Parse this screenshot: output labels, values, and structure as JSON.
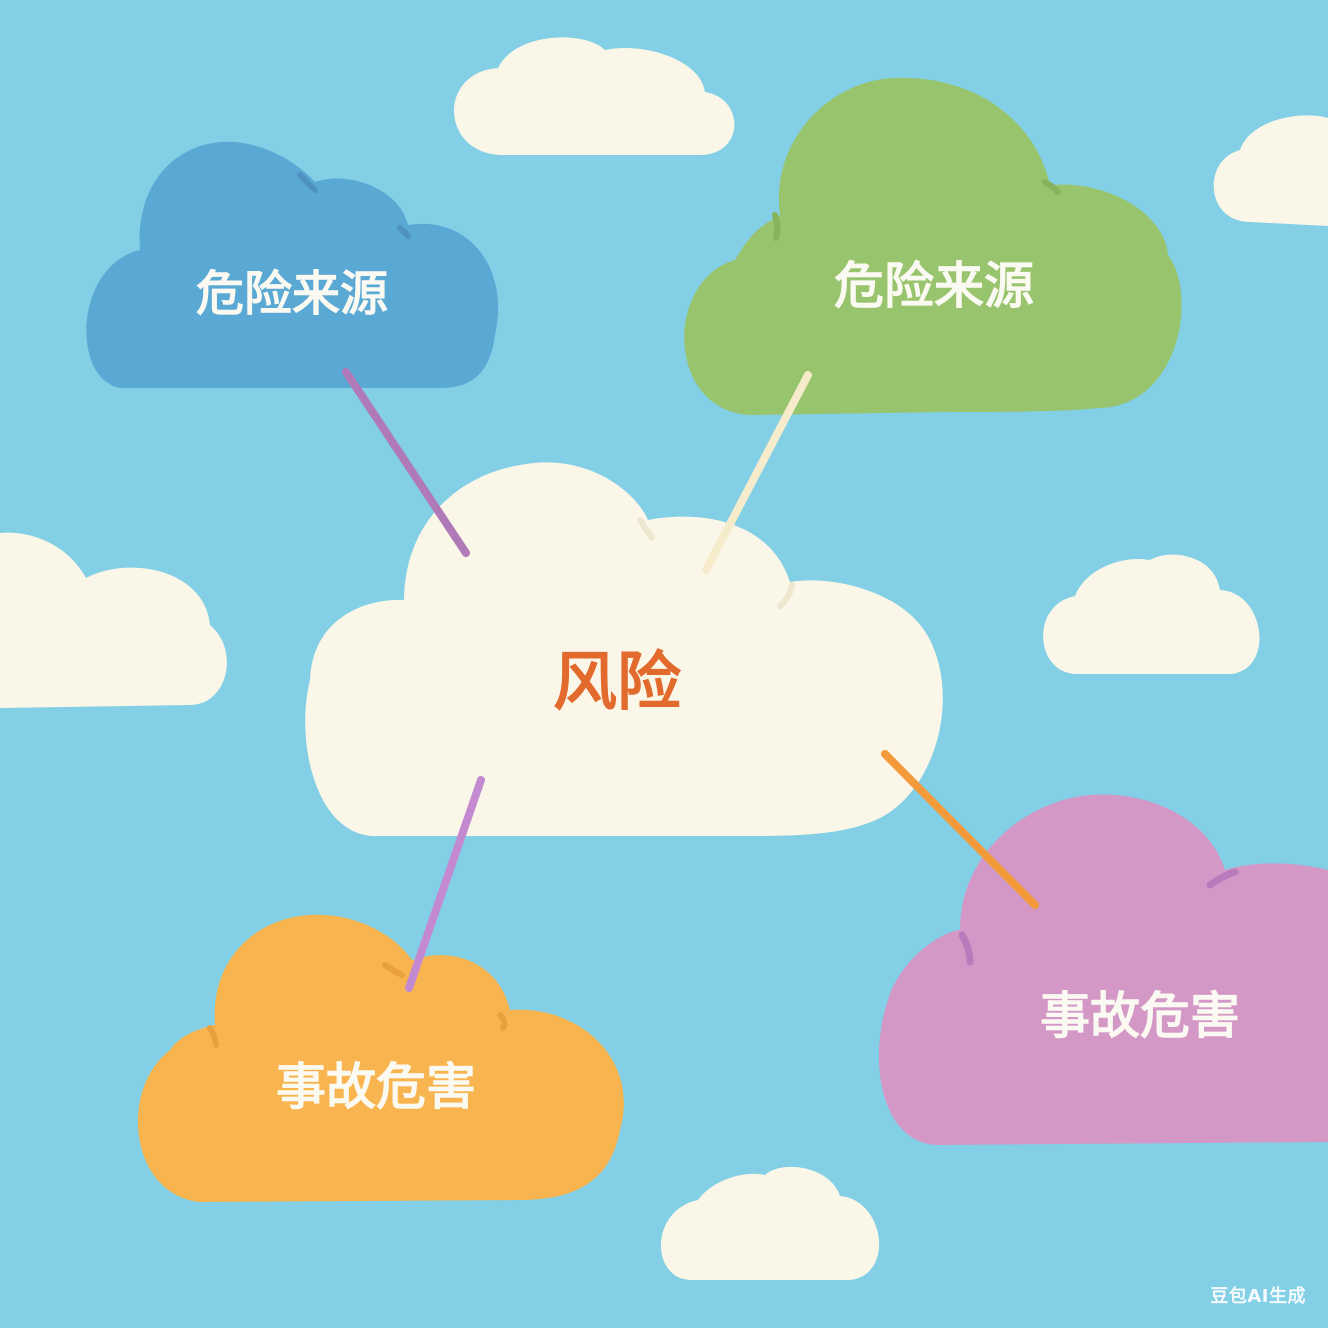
{
  "diagram": {
    "center": {
      "label": "风险"
    },
    "nodes": [
      {
        "id": "top-left",
        "label": "危险来源",
        "color": "#5aa9d4"
      },
      {
        "id": "top-right",
        "label": "危险来源",
        "color": "#98c46d"
      },
      {
        "id": "bottom-left",
        "label": "事故危害",
        "color": "#f8b54f"
      },
      {
        "id": "bottom-right",
        "label": "事故危害",
        "color": "#d398c5"
      }
    ],
    "connectors": [
      {
        "from": "top-left",
        "to": "center",
        "color": "#b07ab8"
      },
      {
        "from": "top-right",
        "to": "center",
        "color": "#f6eccb"
      },
      {
        "from": "center",
        "to": "bottom-left",
        "color": "#c48ad1"
      },
      {
        "from": "center",
        "to": "bottom-right",
        "color": "#f39a3b"
      }
    ]
  },
  "colors": {
    "sky": "#82cfe6",
    "cream_cloud": "#faf6e8",
    "center_text": "#e26a2c",
    "node_text": "#fbfaf2"
  },
  "watermark": "豆包AI生成"
}
